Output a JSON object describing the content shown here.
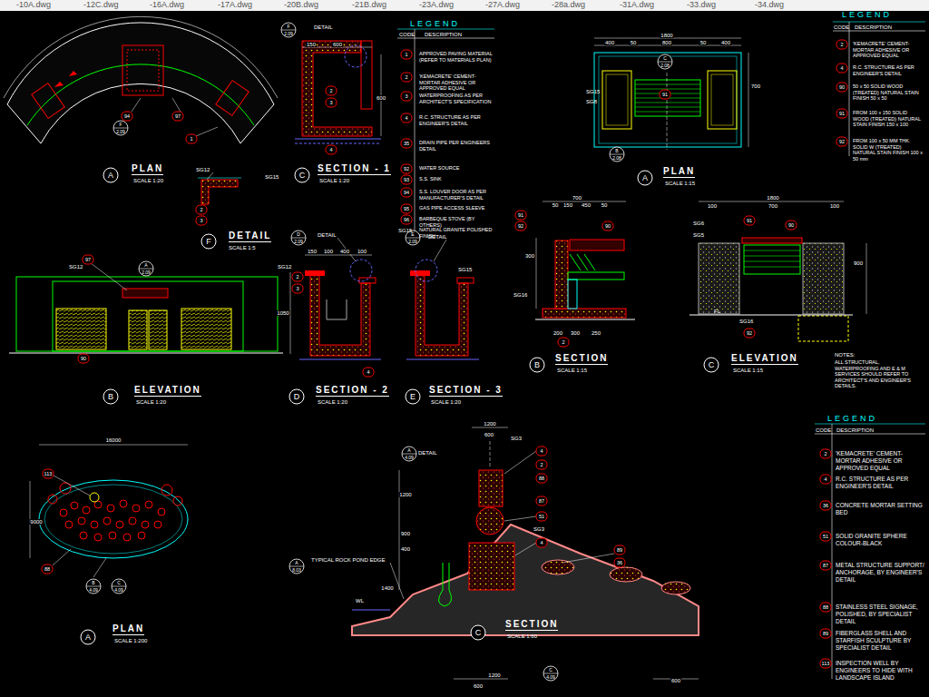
{
  "diagram": {
    "labels": [
      "-10A.dwg",
      "-12C.dwg",
      "-16A.dwg",
      "-17A.dwg",
      "-20B.dwg",
      "-21B.dwg",
      "-23A.dwg",
      "-27A.dwg",
      "-28a.dwg",
      "-31A.dwg",
      "-33.dwg",
      "-34.dwg",
      "A",
      "PLAN",
      "SCALE 1:20",
      "C",
      "SECTION - 1",
      "SCALE 1:20",
      "F",
      "DETAIL",
      "SCALE 1:5",
      "B",
      "ELEVATION",
      "SCALE 1:20",
      "D",
      "SECTION - 2",
      "SCALE 1:20",
      "E",
      "SECTION - 3",
      "SCALE 1:20",
      "A",
      "PLAN",
      "SCALE 1:15",
      "B",
      "SECTION",
      "SCALE 1:15",
      "C",
      "ELEVATION",
      "SCALE 1:15",
      "A",
      "PLAN",
      "SCALE 1:200",
      "C",
      "SECTION",
      "SCALE 1:60",
      "LEGEND",
      "CODE",
      "DESCRIPTION",
      "LEGEND",
      "CODE",
      "DESCRIPTION",
      "LEGEND",
      "CODE",
      "DESCRIPTION",
      "1",
      "2",
      "3",
      "4",
      "35",
      "92",
      "93",
      "94",
      "95",
      "96",
      "SG15",
      "2",
      "4",
      "90",
      "91",
      "92",
      "2",
      "4",
      "36",
      "51",
      "87",
      "88",
      "89",
      "113",
      "NOTES:",
      "ALL STRUCTURAL, WATERPROOFING AND E & M SERVICES SHOULD REFER TO ARCHITECT'S AND ENGINEER'S DETAILS.",
      "94",
      "97",
      "1",
      "SG12",
      "SG15",
      "2",
      "3",
      "97",
      "SG12",
      "90",
      "DETAIL",
      "2",
      "3",
      "4",
      "DETAIL",
      "DETAIL",
      "SG12",
      "2",
      "3",
      "4",
      "SG15",
      "SG15",
      "SG8",
      "91",
      "91",
      "92",
      "90",
      "SG16",
      "2",
      "SG6",
      "SG5",
      "91",
      "90",
      "SG16",
      "92",
      "113",
      "88",
      "SG3",
      "4",
      "2",
      "88",
      "87",
      "51",
      "SG3",
      "4",
      "89",
      "36",
      "DETAIL",
      "TYPICAL ROCK POND EDGE",
      "WL",
      "FL",
      "1800",
      "400",
      "50",
      "800",
      "50",
      "400",
      "700",
      "150",
      "600",
      "600",
      "150",
      "100",
      "400",
      "100",
      "1050",
      "700",
      "50",
      "150",
      "450",
      "50",
      "300",
      "200",
      "300",
      "250",
      "1800",
      "100",
      "700",
      "100",
      "900",
      "16000",
      "9000",
      "1200",
      "600",
      "1200",
      "900",
      "400",
      "1400",
      "1200",
      "600",
      "600",
      "F",
      "2.09",
      "A",
      "2.09",
      "F",
      "2.09",
      "D",
      "2.09",
      "E",
      "2.09",
      "C",
      "2.08",
      "B",
      "2.08",
      "A",
      "4.09",
      "A",
      "8.03",
      "B",
      "4.09",
      "C",
      "4.09",
      "C",
      "4.09"
    ],
    "legend": [
      {
        "text": "APPROVED PAVING MATERIAL (REFER TO MATERIALS PLAN)"
      },
      {
        "text": "'KEMACRETE' CEMENT-MORTAR ADHESIVE OR APPROVED EQUAL"
      },
      {
        "text": "WATERPROOFING AS PER ARCHITECT'S SPECIFICATION"
      },
      {
        "text": "R.C. STRUCTURE AS PER ENGINEER'S DETAIL"
      },
      {
        "text": "DRAIN PIPE PER ENGINEERS DETAIL"
      },
      {
        "text": "WATER SOURCE"
      },
      {
        "text": "S.S. SINK"
      },
      {
        "text": "S.S. LOUVER DOOR AS PER MANUFACTURER'S DETAIL"
      },
      {
        "text": "GAS PIPE ACCESS SLEEVE"
      },
      {
        "text": "BARBEQUE STOVE (BY OTHERS)"
      },
      {
        "text": "NATURAL GRANITE POLISHED FINISH"
      },
      {
        "text": "'KEMACRETE' CEMENT-MORTAR ADHESIVE OR APPROVED EQUAL"
      },
      {
        "text": "R.C. STRUCTURE AS PER ENGINEER'S DETAIL"
      },
      {
        "text": "50 x 50 SOLID WOOD (TREATED) NATURAL STAIN FINISH 50 x 50"
      },
      {
        "text": "FROM 100 x 150 SOLID WOOD (TREATED) NATURAL STAIN FINISH 150 x 100"
      },
      {
        "text": "FROM 100 x 50 MM THK. SOLID W (TREATED) NATURAL STAIN FINISH 100 x 50 mm"
      },
      {
        "text": "'KEMACRETE' CEMENT-MORTAR ADHESIVE OR APPROVED EQUAL"
      },
      {
        "text": "R.C. STRUCTURE AS PER ENGINEER'S DETAIL"
      },
      {
        "text": "CONCRETE MORTAR SETTING BED"
      },
      {
        "text": "SOLID GRANITE SPHERE COLOUR-BLACK"
      },
      {
        "text": "METAL STRUCTURE SUPPORT/ ANCHORAGE, BY ENGINEER'S DETAIL"
      },
      {
        "text": "STAINLESS STEEL SIGNAGE, POLISHED, BY SPECIALIST DETAIL"
      },
      {
        "text": "FIBERGLASS SHELL AND STARFISH SCULPTURE BY SPECIALIST DETAIL"
      },
      {
        "text": "INSPECTION WELL BY ENGINEERS TO HIDE WITH LANDSCAPE ISLAND"
      }
    ]
  }
}
